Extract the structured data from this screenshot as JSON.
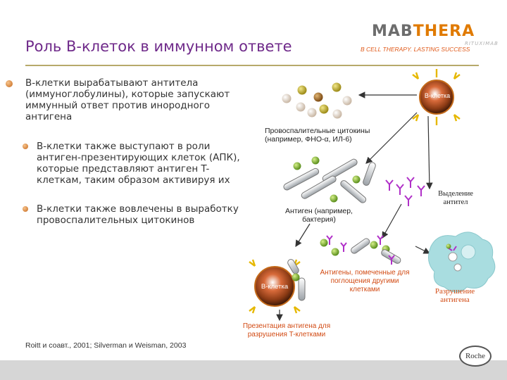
{
  "header": {
    "title": "Роль B-клеток в иммунном ответе",
    "logo_left": "MAB",
    "logo_right": "THERA",
    "logo_sub": "RITUXIMAB",
    "tagline": "B CELL THERAPY. LASTING SUCCESS"
  },
  "bullets": [
    {
      "text": "B-клетки вырабатывают антитела (иммуноглобулины), которые запускают иммунный ответ против инородного антигена"
    },
    {
      "text": "B-клетки также выступают в роли антиген-презентирующих клеток (АПК), которые представляют антиген T-клеткам, таким образом активируя их"
    },
    {
      "text": "B-клетки также вовлечены в выработку провоспалительных цитокинов"
    }
  ],
  "diagram": {
    "bcell_top": "B-клетка",
    "bcell_bottom": "B-клетка",
    "cytokines_label": "Провоспалительные цитокины (например, ФНО-α, ИЛ-6)",
    "antigen_label": "Антиген (например, бактерия)",
    "antibody_release": "Выделение антител",
    "tagged_antigens": "Антигены, помеченные для поглощения другими клетками",
    "presentation": "Презентация антигена для разрушения T-клетками",
    "destruction": "Разрушение антигена"
  },
  "footer": {
    "citation": "Roitt и соавт., 2001; Silverman и Weisman, 2003",
    "brand": "Roche"
  },
  "colors": {
    "title": "#6f2a8a",
    "accent_orange": "#e07a00",
    "antibody": "#b030c8",
    "cell_core": "#8a3a14"
  }
}
